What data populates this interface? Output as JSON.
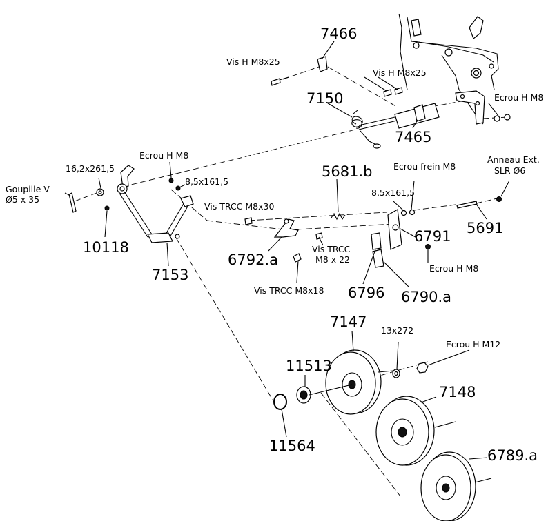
{
  "labels": {
    "l7466": "7466",
    "vis_h_m8x25_a": "Vis H  M8x25",
    "vis_h_m8x25_b": "Vis H  M8x25",
    "l7150": "7150",
    "ecrou_h_m8_top": "Ecrou H  M8",
    "l7465": "7465",
    "ecrou_h_m8_left": "Ecrou H  M8",
    "w16": "16,2x261,5",
    "goupille_1": "Goupille V",
    "goupille_2": "Ø5 x 35",
    "w85a": "8,5x161,5",
    "l5681b": "5681.b",
    "ecrou_frein": "Ecrou frein M8",
    "anneau_1": "Anneau Ext.",
    "anneau_2": "SLR Ø6",
    "w85b": "8,5x161,5",
    "vis_trcc_m8x30": "Vis TRCC  M8x30",
    "l5691": "5691",
    "l10118": "10118",
    "l6791": "6791",
    "l7153": "7153",
    "l6792a": "6792.a",
    "vis_trcc_m8x22_1": "Vis TRCC",
    "vis_trcc_m8x22_2": "M8 x 22",
    "ecrou_h_m8_right": "Ecrou H  M8",
    "vis_trcc_m8x18": "Vis TRCC  M8x18",
    "l6796": "6796",
    "l6790a": "6790.a",
    "l7147": "7147",
    "w13": "13x272",
    "ecrou_h_m12": "Ecrou H  M12",
    "l11513": "11513",
    "l7148": "7148",
    "l11564": "11564",
    "l6789a": "6789.a"
  }
}
